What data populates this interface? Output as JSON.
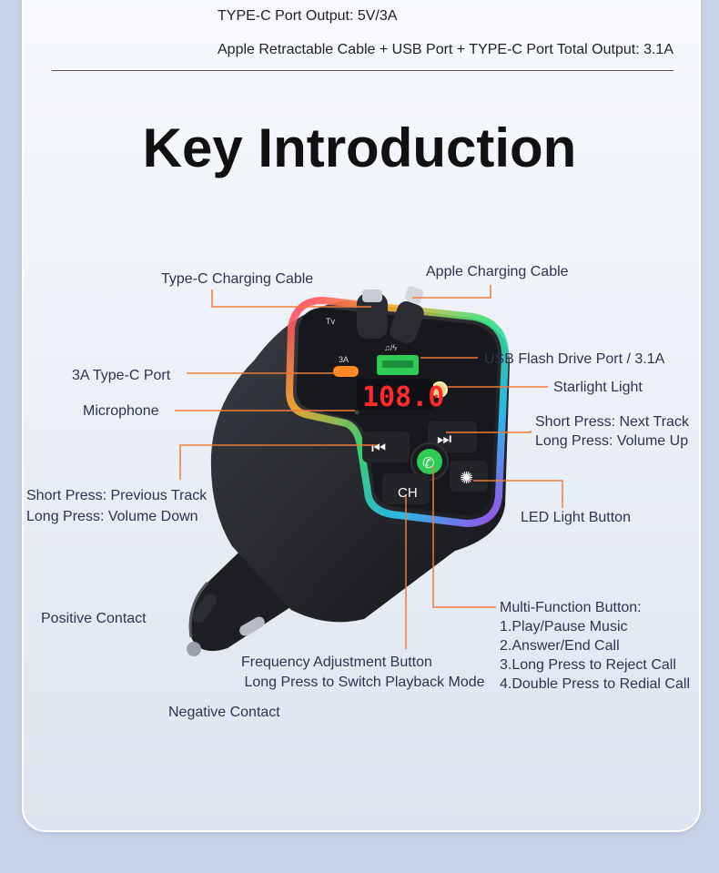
{
  "specs": {
    "line1": "TYPE-C Port Output: 5V/3A",
    "line2": "Apple Retractable Cable + USB Port + TYPE-C Port Total Output: 3.1A"
  },
  "title": "Key Introduction",
  "device": {
    "display": "108.0",
    "port_3a": "3A",
    "port_usb": "♫/ϟ",
    "cable_label": "Tv",
    "ch_label": "CH"
  },
  "labels": {
    "type_c_cable": "Type-C Charging Cable",
    "apple_cable": "Apple Charging Cable",
    "usb_port": "USB Flash Drive Port / 3.1A",
    "type_c_port": "3A Type-C Port",
    "starlight": "Starlight Light",
    "microphone": "Microphone",
    "next_track_1": "Short Press: Next Track",
    "next_track_2": "Long Press: Volume Up",
    "prev_track_1": "Short Press: Previous Track",
    "prev_track_2": "Long Press: Volume Down",
    "led_button": "LED Light Button",
    "positive": "Positive Contact",
    "multi_title": "Multi-Function Button:",
    "multi_1": "1.Play/Pause Music",
    "multi_2": "2.Answer/End Call",
    "multi_3": "3.Long Press to Reject Call",
    "multi_4": "4.Double Press to Redial Call",
    "freq_1": "Frequency Adjustment Button",
    "freq_2": " Long Press to Switch Playback Mode",
    "negative": "Negative Contact"
  },
  "colors": {
    "leader": "#f07a3c",
    "text": "#2e3350",
    "display": "#ff2a2a",
    "usb": "#2ecc55"
  }
}
